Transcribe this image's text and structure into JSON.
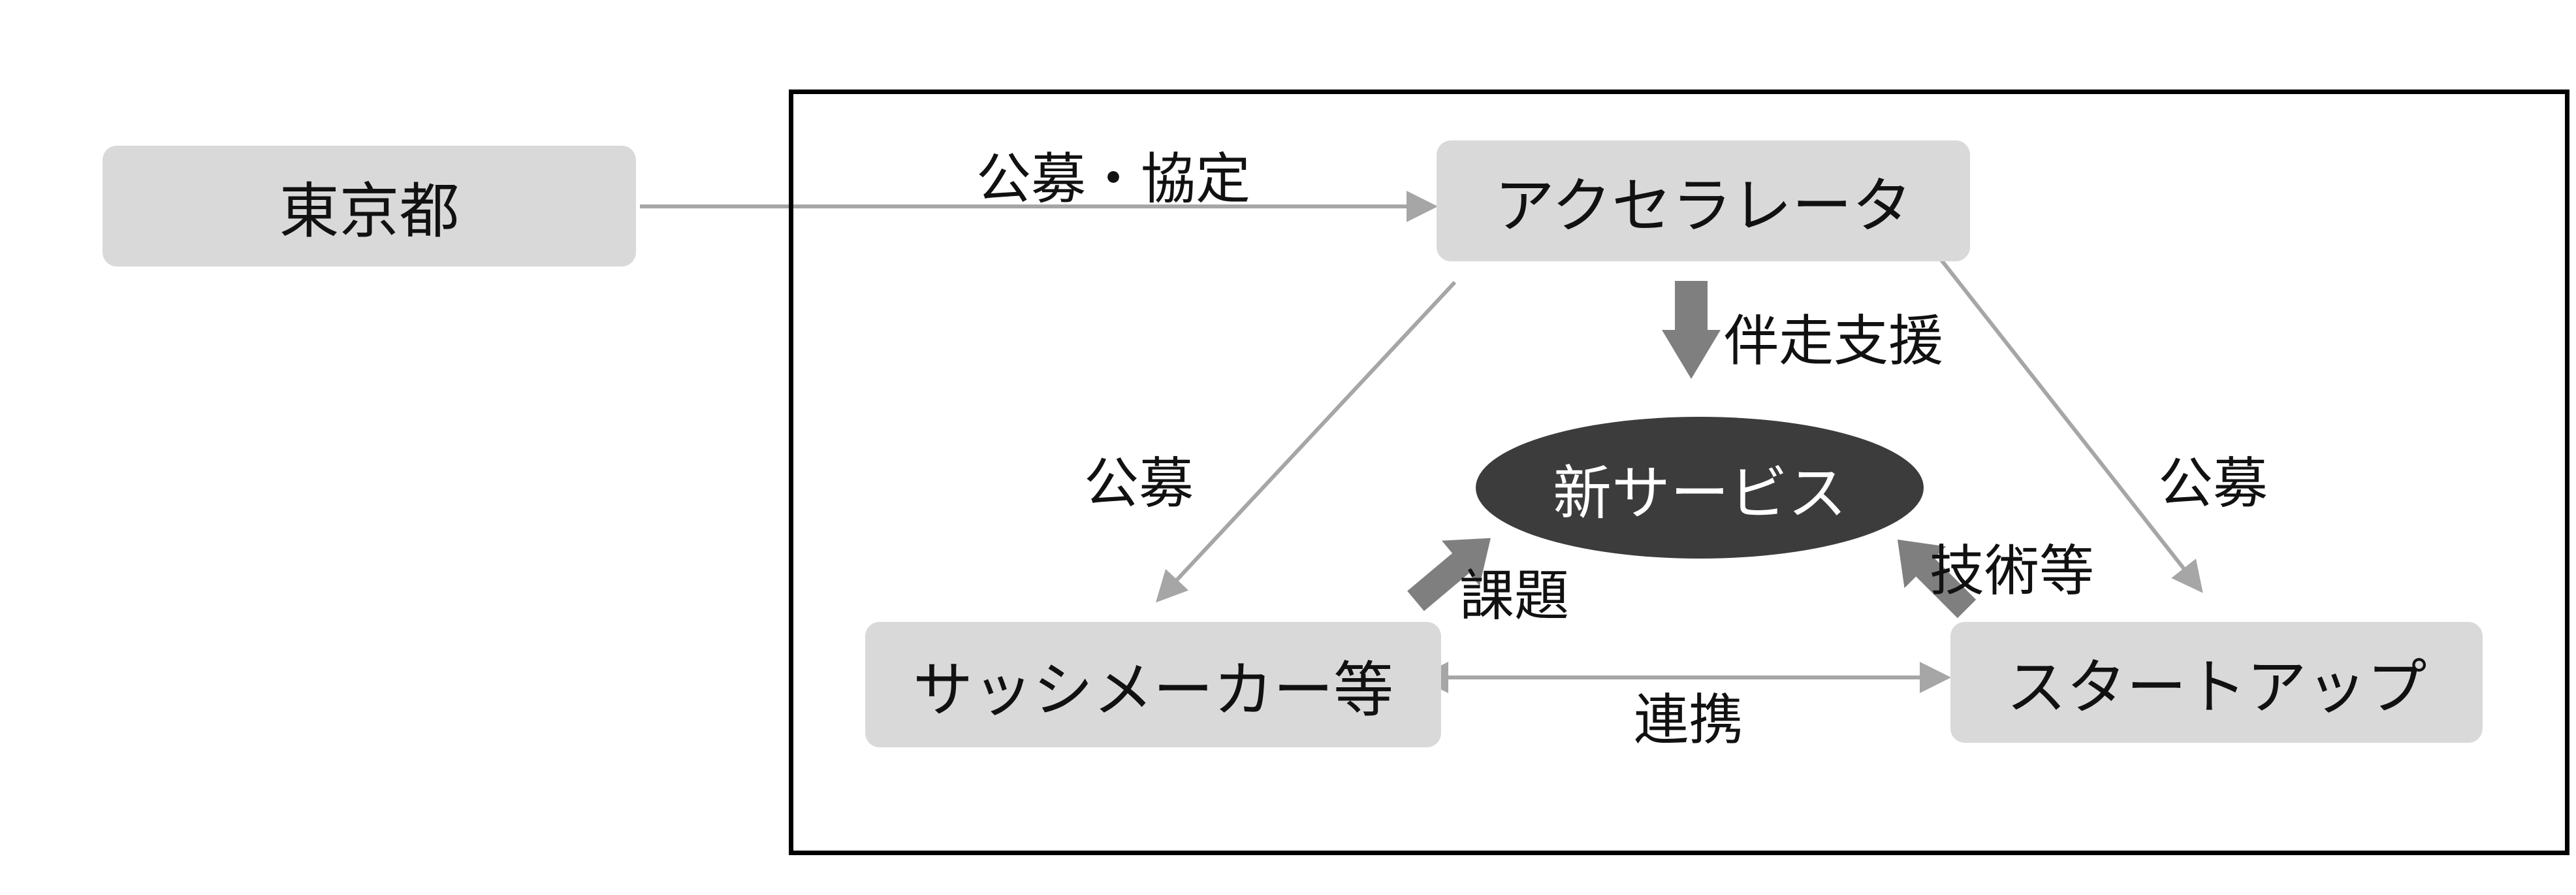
{
  "diagram": {
    "nodes": {
      "tokyo": "東京都",
      "accelerator": "アクセラレータ",
      "sash_maker": "サッシメーカー等",
      "startup": "スタートアップ",
      "new_service": "新サービス"
    },
    "labels": {
      "tokyo_to_accelerator": "公募・協定",
      "support": "伴走支援",
      "left_recruit": "公募",
      "right_recruit": "公募",
      "issues": "課題",
      "technology": "技術等",
      "collaboration": "連携"
    },
    "colors": {
      "node_fill": "#d9d9d9",
      "ellipse_fill": "#3c3c3c",
      "thin_arrow": "#a6a6a6",
      "block_arrow": "#7f7f7f",
      "frame": "#000000"
    }
  }
}
